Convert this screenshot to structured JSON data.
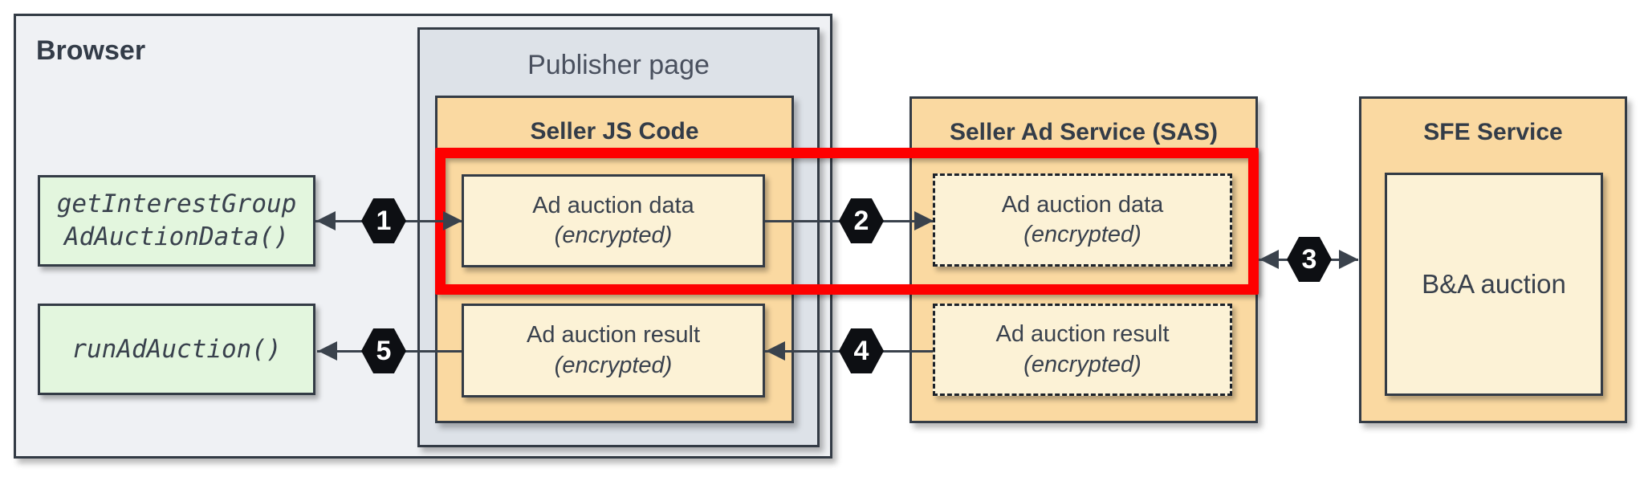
{
  "diagram": {
    "browser": {
      "label": "Browser"
    },
    "publisher": {
      "label": "Publisher page"
    },
    "seller_js": {
      "title": "Seller JS Code",
      "data_box": {
        "line1": "Ad auction data",
        "line2": "(encrypted)"
      },
      "result_box": {
        "line1": "Ad auction result",
        "line2": "(encrypted)"
      }
    },
    "sas": {
      "title": "Seller Ad Service (SAS)",
      "data_box": {
        "line1": "Ad auction data",
        "line2": "(encrypted)"
      },
      "result_box": {
        "line1": "Ad auction result",
        "line2": "(encrypted)"
      }
    },
    "sfe": {
      "title": "SFE Service",
      "auction_box": "B&A auction"
    },
    "api_calls": {
      "get_interest_group": {
        "line1": "getInterestGroup",
        "line2": "AdAuctionData()"
      },
      "run_ad_auction": {
        "line1": "runAdAuction()"
      }
    },
    "steps": {
      "s1": "1",
      "s2": "2",
      "s3": "3",
      "s4": "4",
      "s5": "5"
    },
    "colors": {
      "highlight_red": "#fe0000",
      "service_orange": "#fad9a1",
      "payload_cream": "#fcf2d6",
      "publisher_gray": "#dde2e8",
      "browser_gray": "#eff1f4",
      "api_green": "#e3f6de",
      "stroke_dark": "#333b45",
      "step_badge_black": "#0d0f13"
    }
  }
}
